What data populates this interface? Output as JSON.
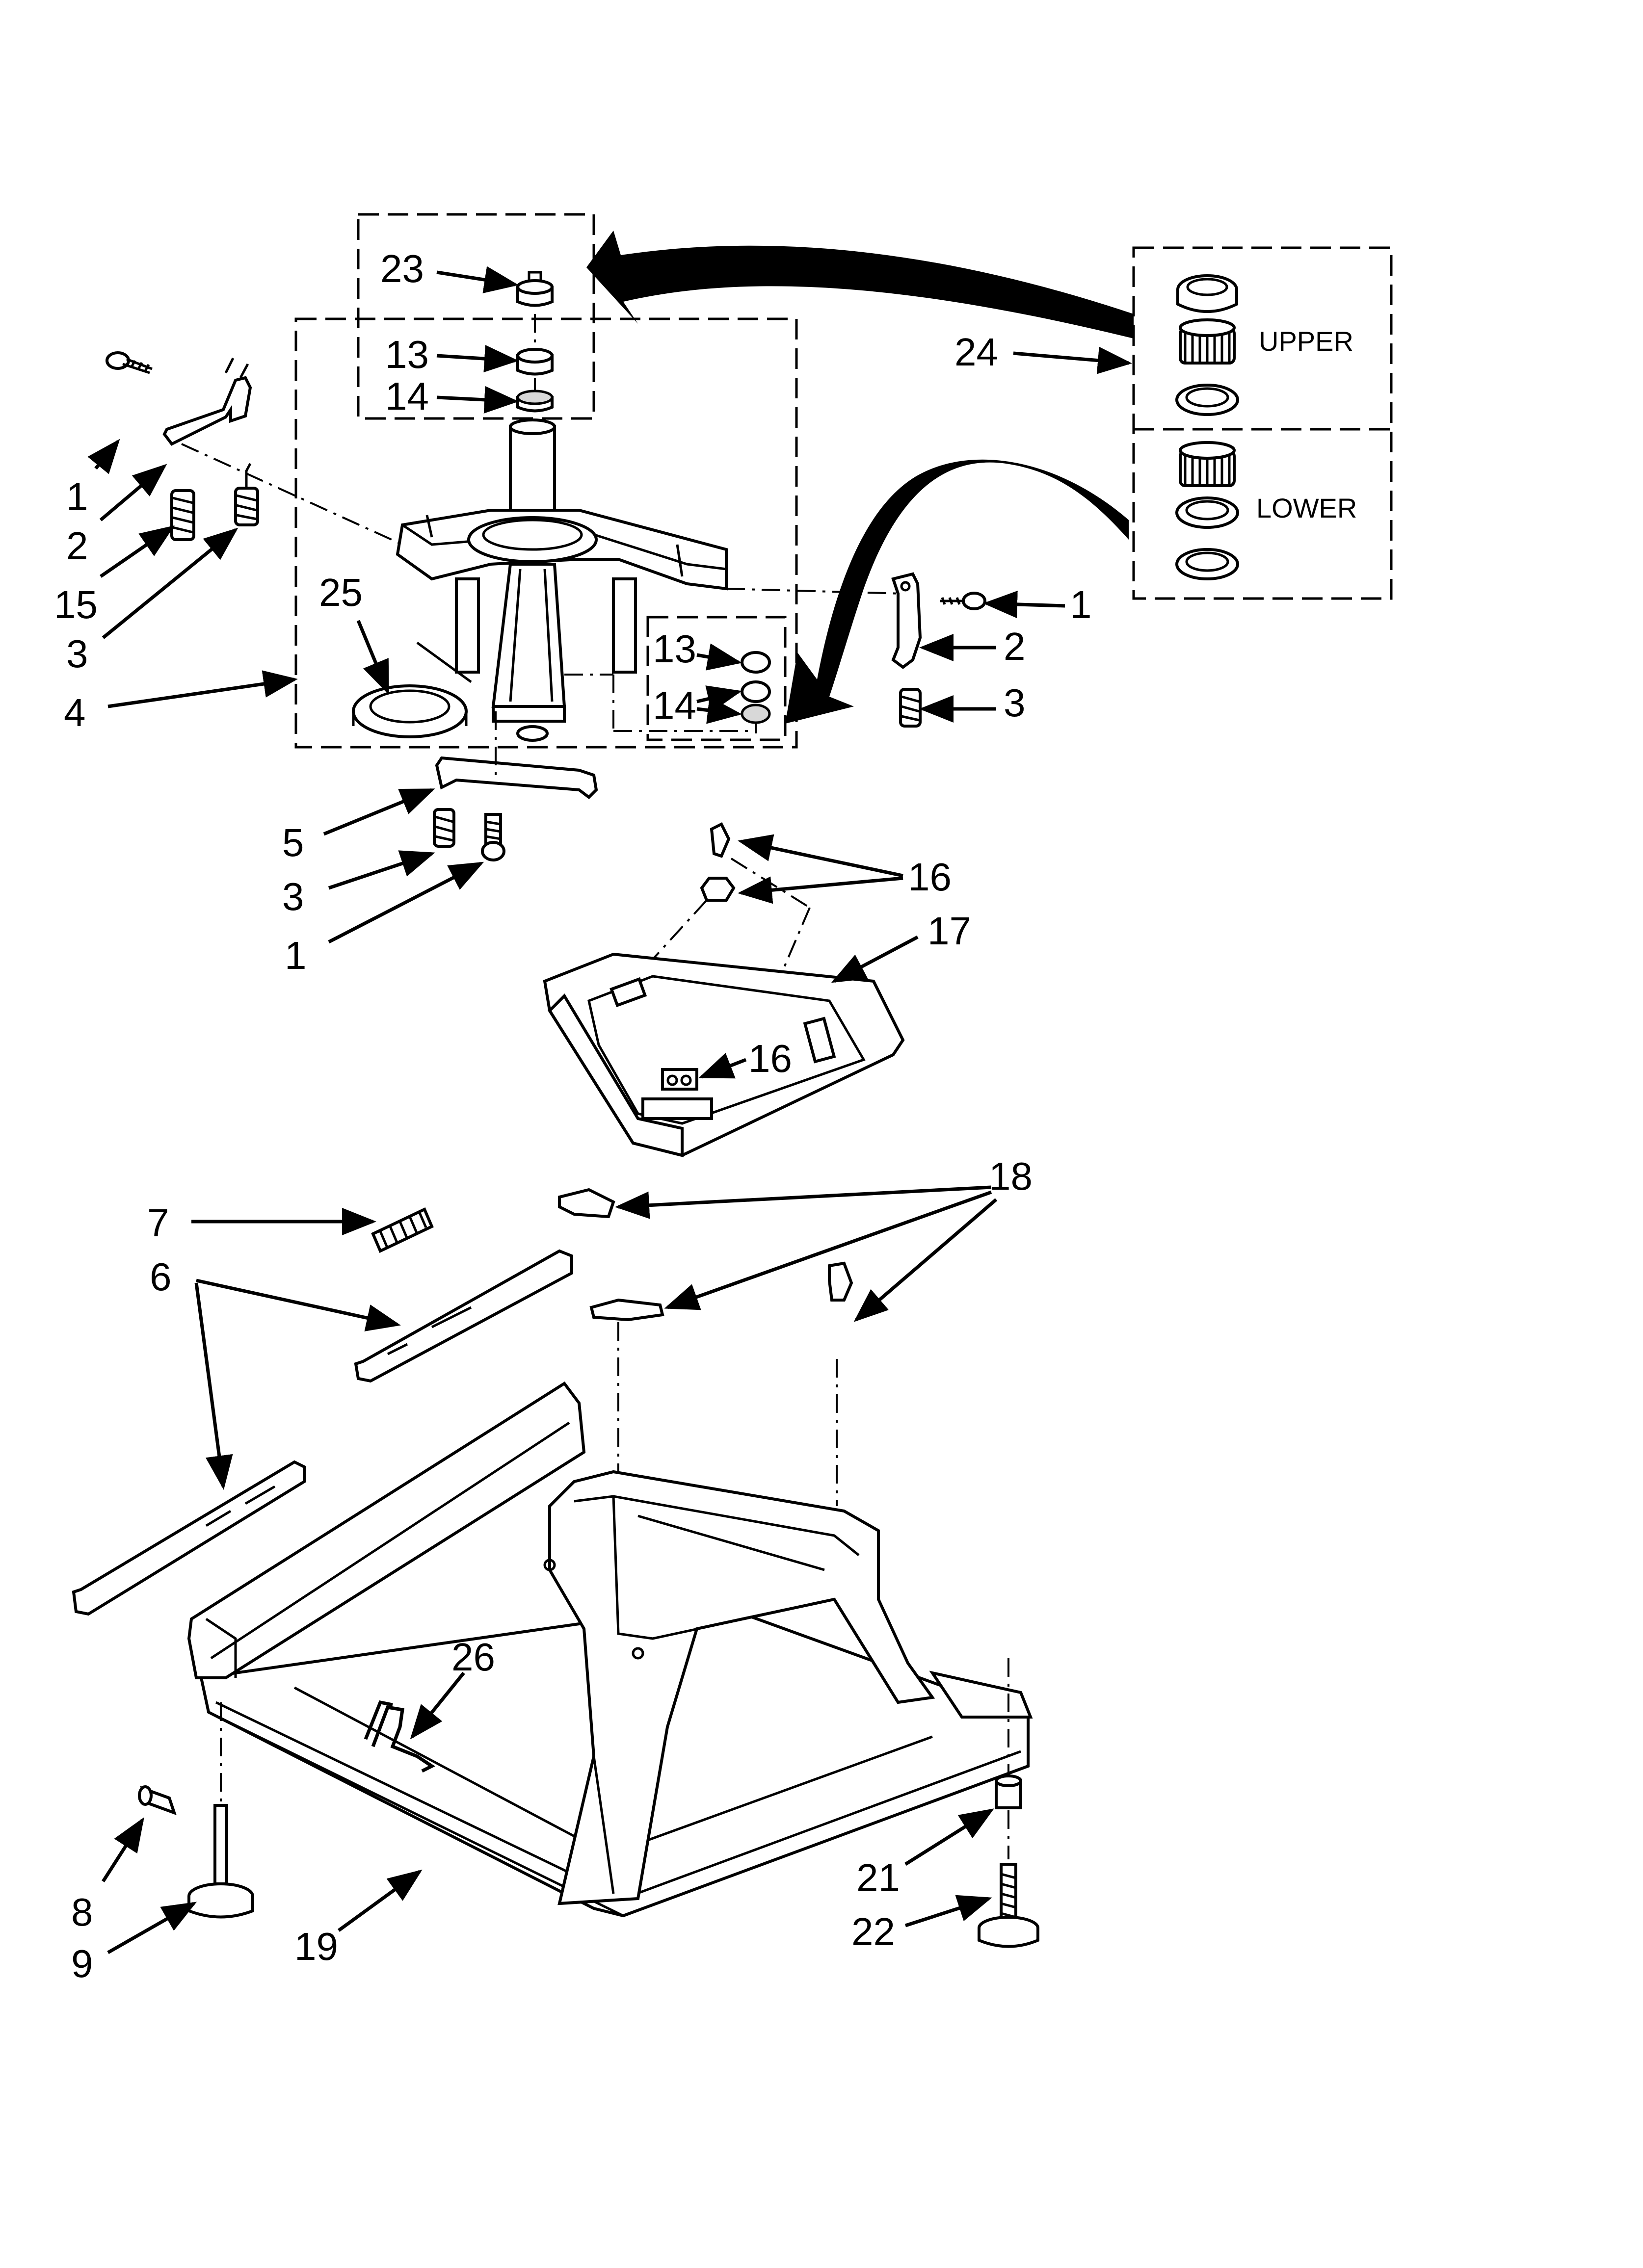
{
  "callouts": {
    "c1_tl": "1",
    "c2_tl": "2",
    "c15": "15",
    "c3_tl": "3",
    "c4": "4",
    "c23": "23",
    "c13_top": "13",
    "c14_top": "14",
    "c25": "25",
    "c13_right": "13",
    "c14_right": "14",
    "c1_r": "1",
    "c2_r": "2",
    "c3_r": "3",
    "c24": "24",
    "c5": "5",
    "c3_bl": "3",
    "c1_bl": "1",
    "c16_top": "16",
    "c17": "17",
    "c16_mid": "16",
    "c18": "18",
    "c7": "7",
    "c6": "6",
    "c26": "26",
    "c8": "8",
    "c9": "9",
    "c19": "19",
    "c21": "21",
    "c22": "22"
  },
  "labels": {
    "upper": "UPPER",
    "lower": "LOWER"
  }
}
